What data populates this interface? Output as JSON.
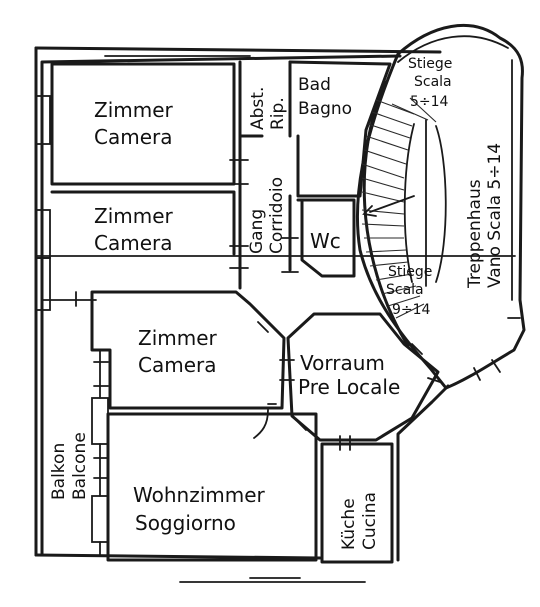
{
  "rooms": {
    "zimmer1": {
      "de": "Zimmer",
      "it": "Camera"
    },
    "zimmer2": {
      "de": "Zimmer",
      "it": "Camera"
    },
    "zimmer3": {
      "de": "Zimmer",
      "it": "Camera"
    },
    "wohnzimmer": {
      "de": "Wohnzimmer",
      "it": "Soggiorno"
    },
    "abst": {
      "de": "Abst.",
      "it": "Rip."
    },
    "bad": {
      "de": "Bad",
      "it": "Bagno"
    },
    "gang": {
      "de": "Gang",
      "it": "Corridoio"
    },
    "wc": {
      "label": "Wc"
    },
    "vorraum": {
      "de": "Vorraum",
      "it": "Pre Locale"
    },
    "kueche": {
      "de": "Küche",
      "it": "Cucina"
    },
    "balkon": {
      "de": "Balkon",
      "it": "Balcone"
    }
  },
  "stairs": {
    "upper": {
      "de": "Stiege",
      "it": "Scala",
      "range": "5÷14"
    },
    "lower": {
      "de": "Stiege",
      "it": "Scala",
      "range": "9÷14"
    },
    "well": {
      "de": "Treppenhaus",
      "it": "Vano Scala 5÷14"
    }
  }
}
